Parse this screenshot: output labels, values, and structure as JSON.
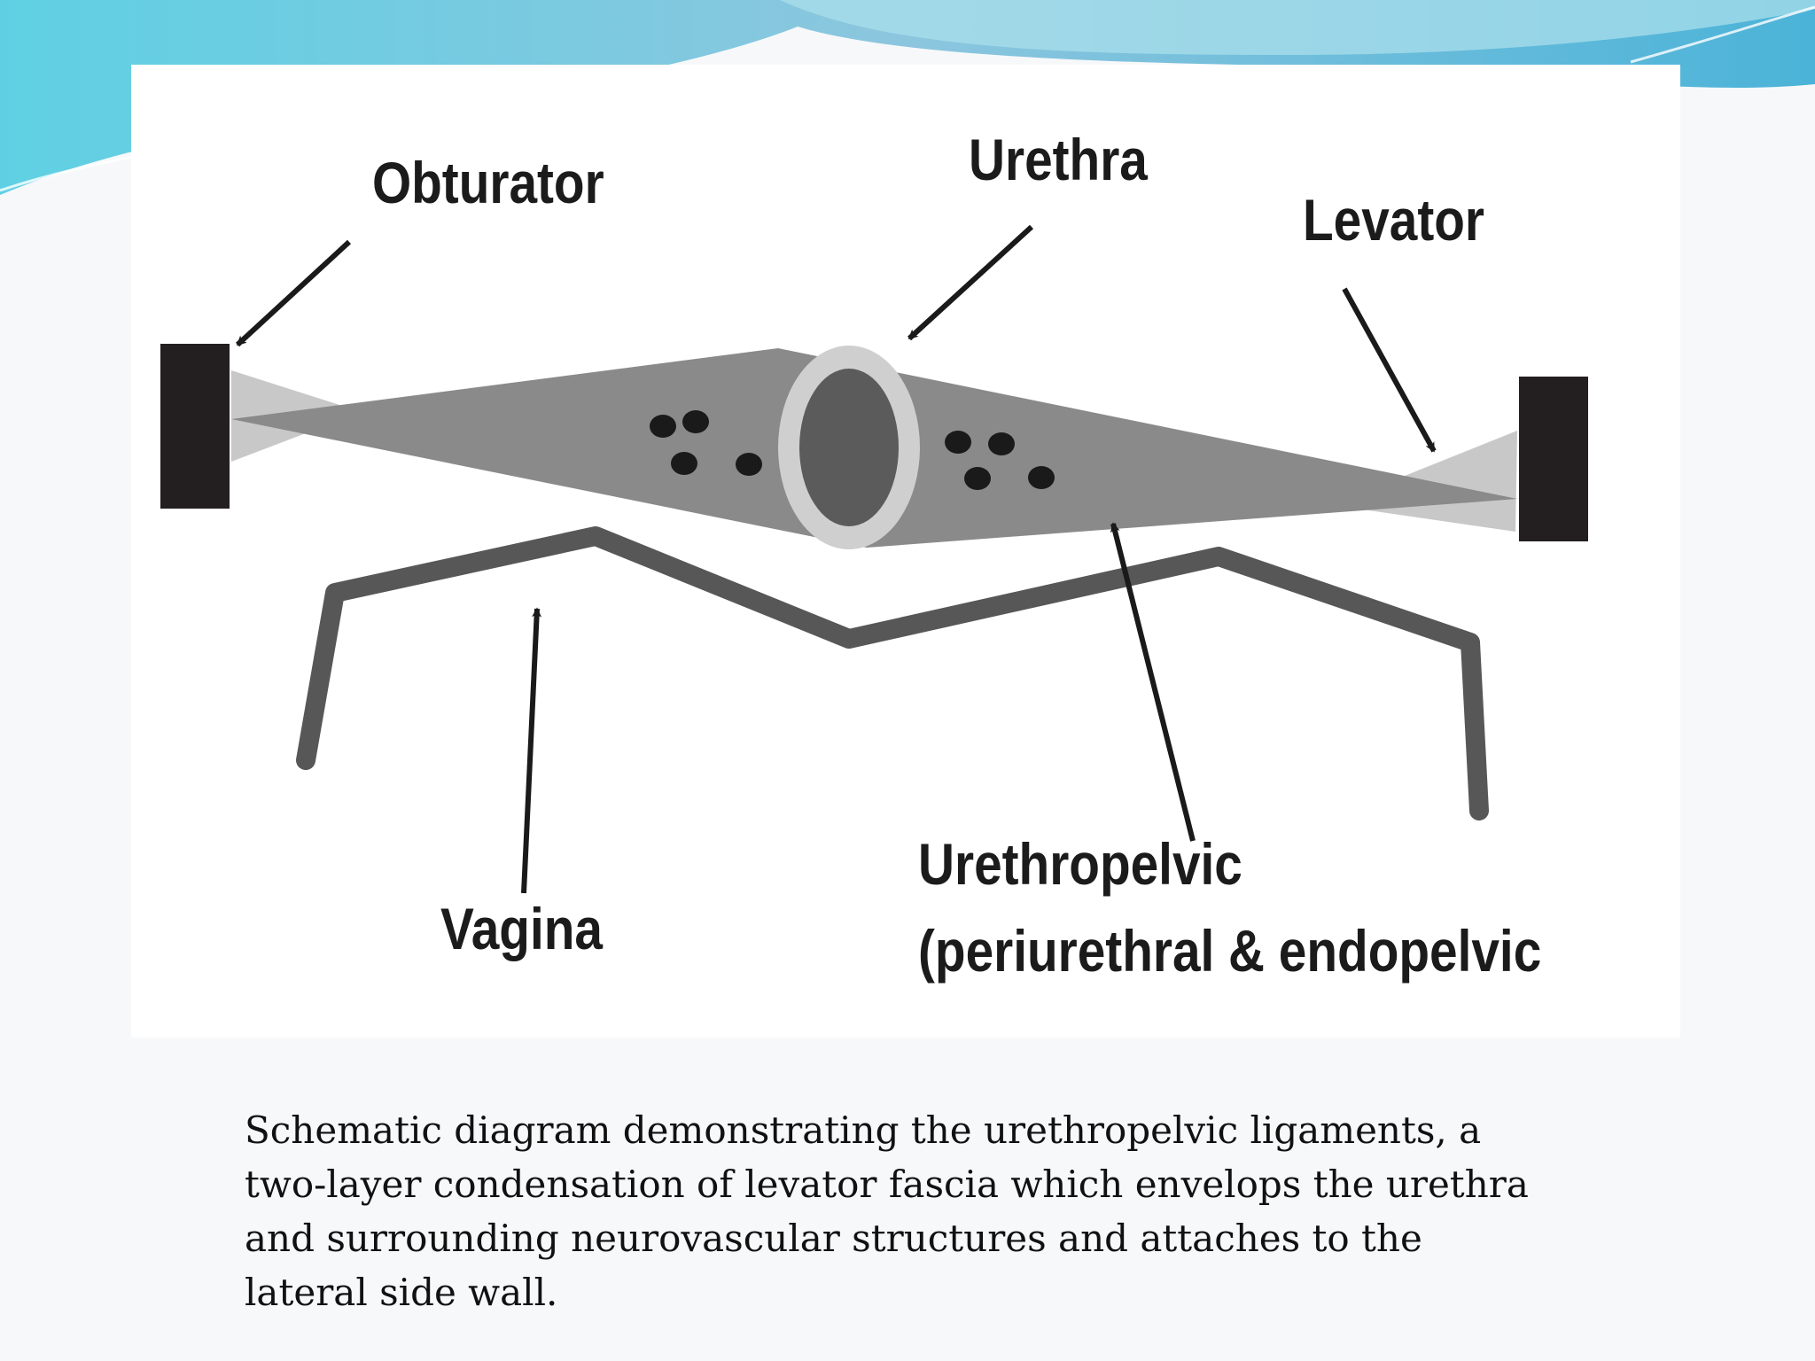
{
  "diagram": {
    "labels": {
      "obturator": "Obturator",
      "urethra": "Urethra",
      "levator": "Levator",
      "vagina": "Vagina",
      "urethropelvic_line1": "Urethropelvic",
      "urethropelvic_line2": "(periurethral & endopelvic"
    },
    "colors": {
      "wall_block": "#231f20",
      "ligament": "#8a8a8a",
      "levator_fascia": "#c8c8c8",
      "urethra_ring": "#cfcfcf",
      "urethra_lumen": "#5b5b5b",
      "vessel_dots": "#1a1a1a",
      "vagina_wall": "#575757",
      "arrows": "#1a1a1a"
    }
  },
  "caption": {
    "lines": [
      "Schematic diagram demonstrating the urethropelvic ligaments, a",
      "two-layer condensation of levator fascia which envelops the urethra",
      "and surrounding neurovascular structures and attaches to the",
      "lateral side wall."
    ]
  },
  "theme": {
    "background": "#f7f8fa",
    "panel": "#ffffff",
    "wave_colors": [
      "#7ec3de",
      "#5fd0e3",
      "#9fdcea",
      "#3aaed6"
    ]
  }
}
